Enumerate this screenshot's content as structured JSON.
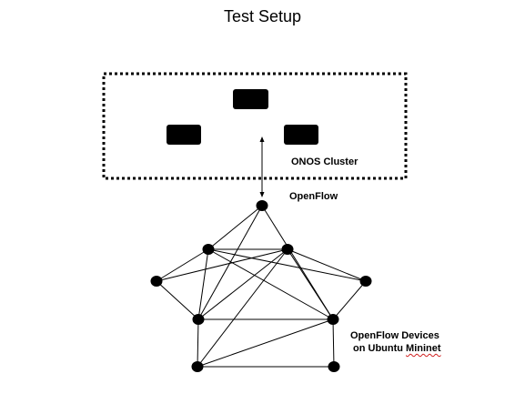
{
  "title": "Test Setup",
  "cluster": {
    "label": "ONOS Cluster",
    "controllers": [
      "controller-top",
      "controller-left",
      "controller-right"
    ]
  },
  "link_label": "OpenFlow",
  "devices_label": {
    "line1": "OpenFlow Devices",
    "line2_prefix": "on Ubuntu ",
    "line2_word": "Mininet"
  },
  "topology": {
    "nodes": [
      "gateway",
      "upper-left",
      "upper-right",
      "far-left",
      "far-right",
      "mid-left",
      "mid-right",
      "bottom-left",
      "bottom-right"
    ],
    "links": [
      [
        "gateway",
        "upper-left"
      ],
      [
        "gateway",
        "mid-left"
      ],
      [
        "gateway",
        "mid-right"
      ],
      [
        "upper-left",
        "upper-right"
      ],
      [
        "upper-left",
        "far-left"
      ],
      [
        "upper-left",
        "far-right"
      ],
      [
        "upper-left",
        "mid-left"
      ],
      [
        "upper-left",
        "mid-right"
      ],
      [
        "upper-right",
        "far-left"
      ],
      [
        "upper-right",
        "far-right"
      ],
      [
        "upper-right",
        "mid-left"
      ],
      [
        "upper-right",
        "mid-right"
      ],
      [
        "upper-right",
        "bottom-left"
      ],
      [
        "far-left",
        "mid-left"
      ],
      [
        "far-right",
        "mid-right"
      ],
      [
        "mid-left",
        "mid-right"
      ],
      [
        "mid-left",
        "bottom-left"
      ],
      [
        "mid-right",
        "bottom-right"
      ],
      [
        "mid-right",
        "bottom-left"
      ],
      [
        "bottom-left",
        "bottom-right"
      ]
    ]
  },
  "colors": {
    "ink": "#000000",
    "spellcheck": "#d02020"
  }
}
